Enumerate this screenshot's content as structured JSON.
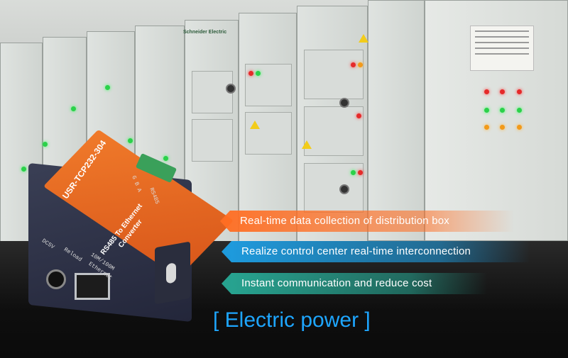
{
  "colors": {
    "banner_orange": "#ff6e23",
    "banner_blue": "#1ea0e6",
    "banner_teal": "#28aa96",
    "headline_blue": "#1ea6ff",
    "device_orange": "#f07a2a",
    "device_body": "#2a2d3d"
  },
  "banners": [
    {
      "label": "Real-time data collection of distribution box"
    },
    {
      "label": "Realize control center real-time interconnection"
    },
    {
      "label": "Instant communication and reduce cost"
    }
  ],
  "headline": "[ Electric power ]",
  "device": {
    "model": "USR-TCP232-304",
    "title_line1": "RS485 To Ethernet",
    "title_line2": "Converter",
    "port_rs485": "RS485",
    "terminal_labels": "G  B  A",
    "port_dc": "DC5V",
    "port_reload": "Reload",
    "port_ethernet": "Ethernet",
    "speed": "10M/100M"
  },
  "cabinet_brand": "Schneider Electric"
}
